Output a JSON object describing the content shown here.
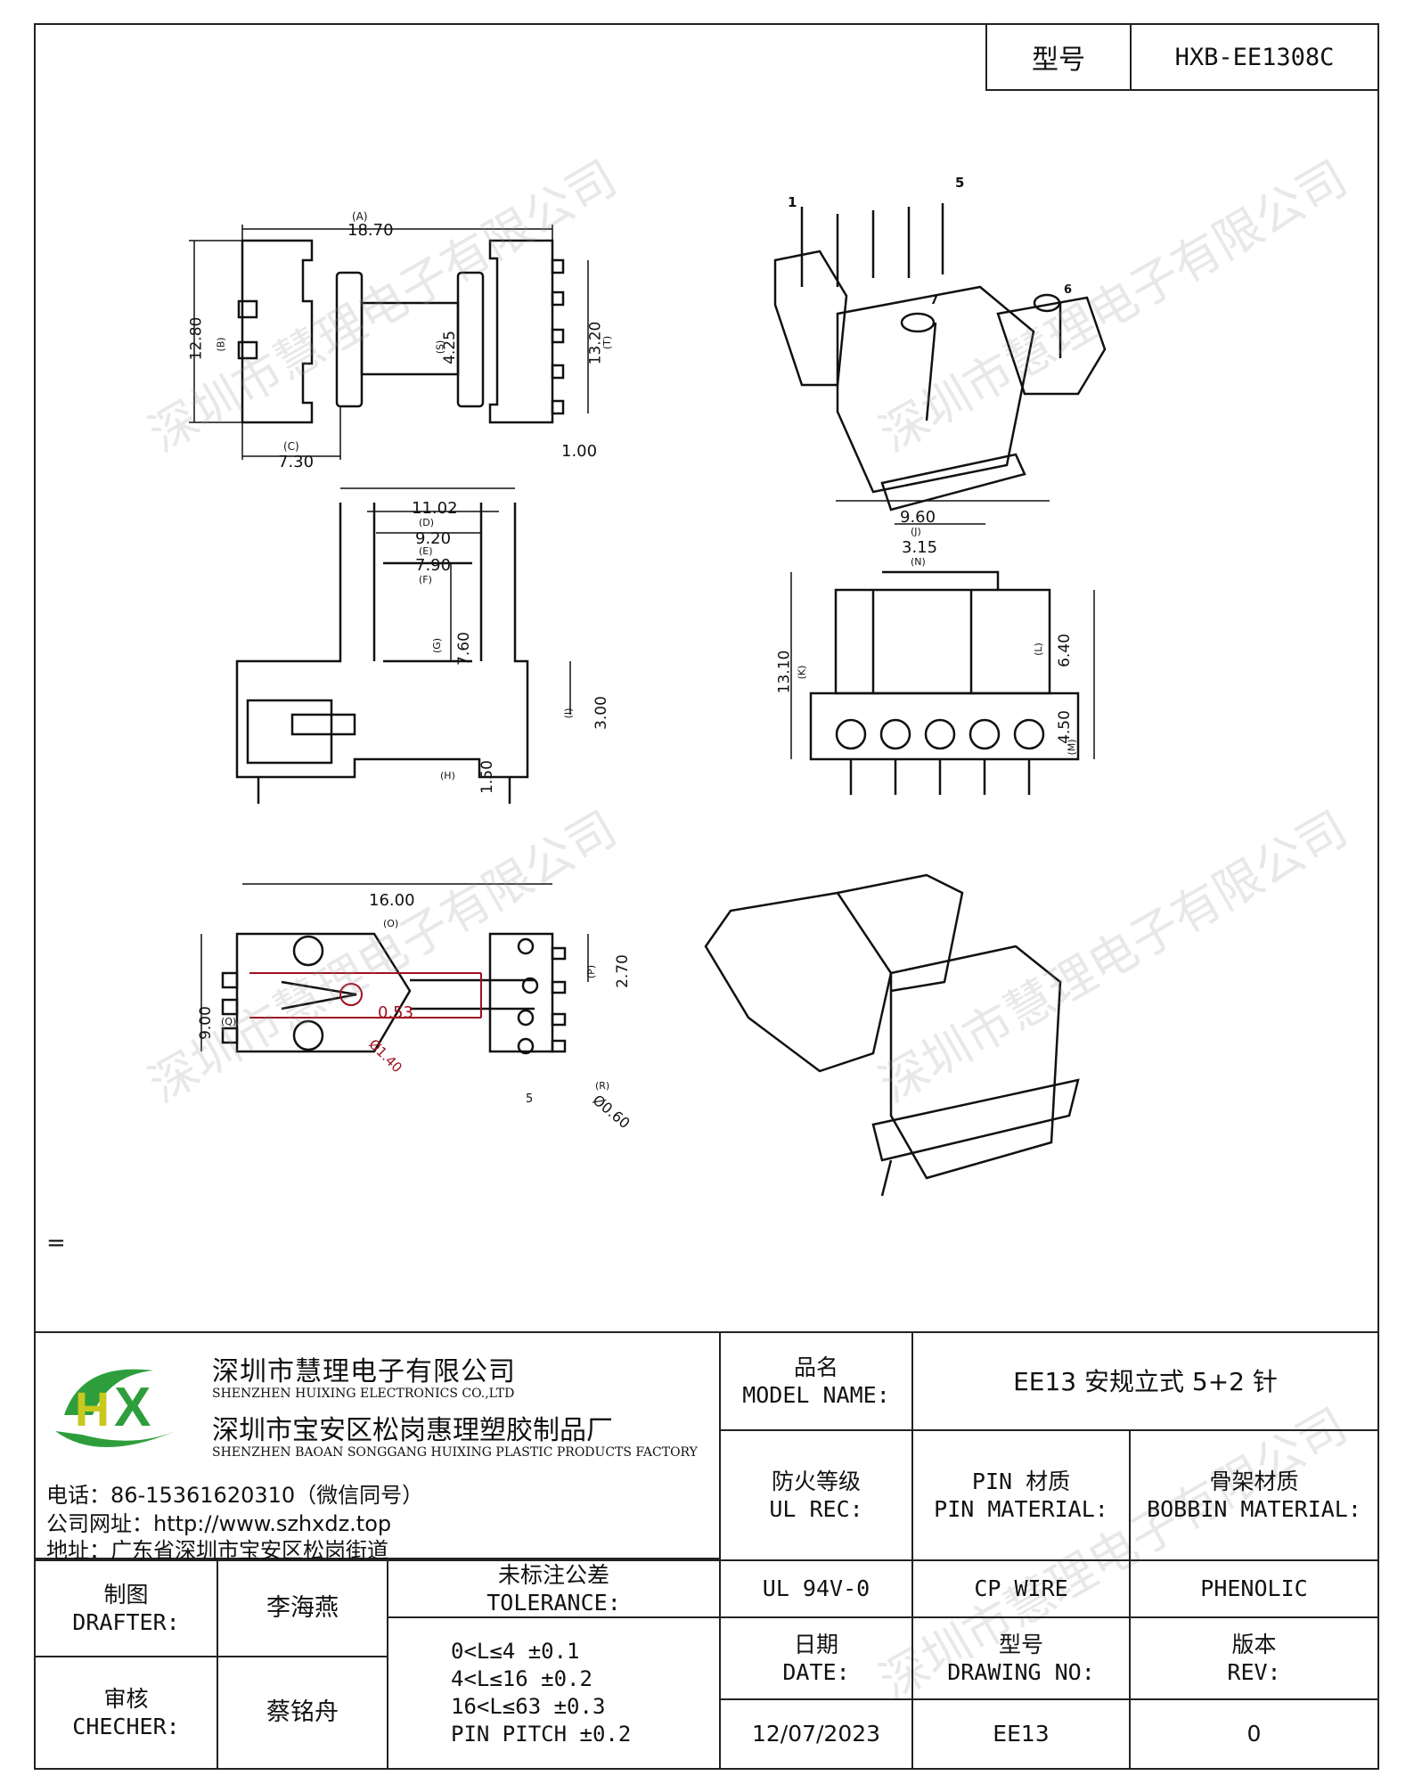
{
  "header": {
    "model_label": "型号",
    "model_value": "HXB-EE1308C"
  },
  "drawing": {
    "dimensions": {
      "A": "18.70",
      "B": "12.80",
      "S": "4.25",
      "T": "13.20",
      "C": "7.30",
      "pin_w": "1.00",
      "D": "11.02",
      "E": "9.20",
      "F": "7.90",
      "G": "7.60",
      "I": "3.00",
      "H": "1.50",
      "J": "9.60",
      "N": "3.15",
      "K": "13.10",
      "L": "6.40",
      "M": "4.50",
      "bottom_width": "16.00",
      "P": "2.70",
      "Q": "9.00",
      "slot": "0.53",
      "hole": "Ø1.40",
      "pin_dia": "Ø0.60"
    },
    "letters": {
      "A": "(A)",
      "B": "(B)",
      "S": "(S)",
      "T": "(T)",
      "C": "(C)",
      "D": "(D)",
      "E": "(E)",
      "F": "(F)",
      "G": "(G)",
      "I": "(I)",
      "H": "(H)",
      "J": "(J)",
      "N": "(N)",
      "K": "(K)",
      "L": "(L)",
      "M": "(M)",
      "O": "(O)",
      "P": "(P)",
      "Q": "(Q)",
      "R": "(R)"
    },
    "pin_numbers": [
      "1",
      "5",
      "7",
      "6"
    ],
    "bottom_pin_label": "5",
    "equals_mark": "="
  },
  "watermark_text": "深圳市慧理电子有限公司",
  "company": {
    "name_cn": "深圳市慧理电子有限公司",
    "name_en": "SHENZHEN HUIXING ELECTRONICS CO.,LTD",
    "factory_cn": "深圳市宝安区松岗惠理塑胶制品厂",
    "factory_en": "SHENZHEN BAOAN SONGGANG HUIXING PLASTIC PRODUCTS FACTORY",
    "phone": "电话：86-15361620310（微信同号）",
    "website": "公司网址：http://www.szhxdz.top",
    "address": "地址：广东省深圳市宝安区松岗街道",
    "logo_text": "HX",
    "logo_colors": {
      "green": "#2e9e3c",
      "yellow": "#c8c81e"
    }
  },
  "title_block": {
    "model_name_cn": "品名",
    "model_name_en": "MODEL NAME:",
    "model_name_value": "EE13 安规立式 5+2 针",
    "ul_cn": "防火等级",
    "ul_en": "UL REC:",
    "pin_cn": "PIN 材质",
    "pin_en": "PIN MATERIAL:",
    "bobbin_cn": "骨架材质",
    "bobbin_en": "BOBBIN MATERIAL:",
    "ul_value": "UL 94V-0",
    "pin_value": "CP WIRE",
    "bobbin_value": "PHENOLIC",
    "drafter_cn": "制图",
    "drafter_en": "DRAFTER:",
    "drafter_name": "李海燕",
    "checker_cn": "审核",
    "checker_en": "CHECHER:",
    "checker_name": "蔡铭舟",
    "tolerance_cn": "未标注公差",
    "tolerance_en": "TOLERANCE:",
    "tolerance_lines": [
      "0<L≤4   ±0.1",
      "4<L≤16  ±0.2",
      "16<L≤63  ±0.3",
      "PIN PITCH  ±0.2"
    ],
    "date_cn": "日期",
    "date_en": "DATE:",
    "drawing_no_cn": "型号",
    "drawing_no_en": "DRAWING NO:",
    "rev_cn": "版本",
    "rev_en": "REV:",
    "date_value": "12/07/2023",
    "drawing_no_value": "EE13",
    "rev_value": "0"
  }
}
